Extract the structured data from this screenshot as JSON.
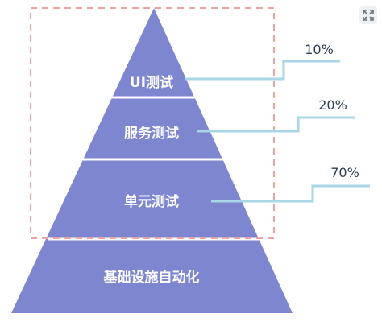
{
  "levels": [
    {
      "label": "UI测试",
      "percent": "10%"
    },
    {
      "label": "服务测试",
      "percent": "20%"
    },
    {
      "label": "单元测试",
      "percent": "70%"
    }
  ],
  "base": {
    "label": "基础设施自动化"
  },
  "colors": {
    "pyramid": "#7e86d0",
    "separator": "#ffffff",
    "leader": "#a9d6e6",
    "dashed_box": "#e8a3a3"
  },
  "toolbar": {
    "expand_icon": "expand-icon"
  }
}
